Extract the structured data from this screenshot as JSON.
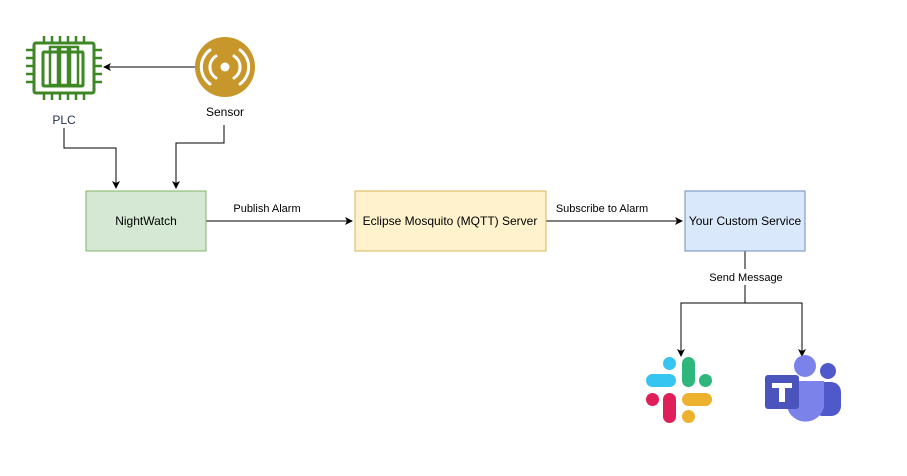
{
  "nodes": {
    "plc": {
      "label": "PLC"
    },
    "sensor": {
      "label": "Sensor"
    },
    "nightwatch": {
      "label": "NightWatch"
    },
    "mqtt": {
      "label": "Eclipse Mosquito (MQTT) Server"
    },
    "service": {
      "label": "Your Custom Service"
    }
  },
  "edges": {
    "publish": {
      "label": "Publish Alarm"
    },
    "subscribe": {
      "label": "Subscribe to Alarm"
    },
    "send": {
      "label": "Send Message"
    }
  },
  "icons": {
    "plc": "cpu-chip-icon",
    "sensor": "wireless-sensor-icon",
    "slack": "slack-logo-icon",
    "teams": "microsoft-teams-logo-icon"
  },
  "colors": {
    "nightwatch_fill": "#d5e8d4",
    "nightwatch_stroke": "#82b366",
    "mqtt_fill": "#fff2cc",
    "mqtt_stroke": "#d6b656",
    "service_fill": "#dae8fc",
    "service_stroke": "#6c8ebf",
    "plc_green": "#3f8624",
    "sensor_gold": "#c7972c",
    "teams_purple": "#5059c9"
  }
}
